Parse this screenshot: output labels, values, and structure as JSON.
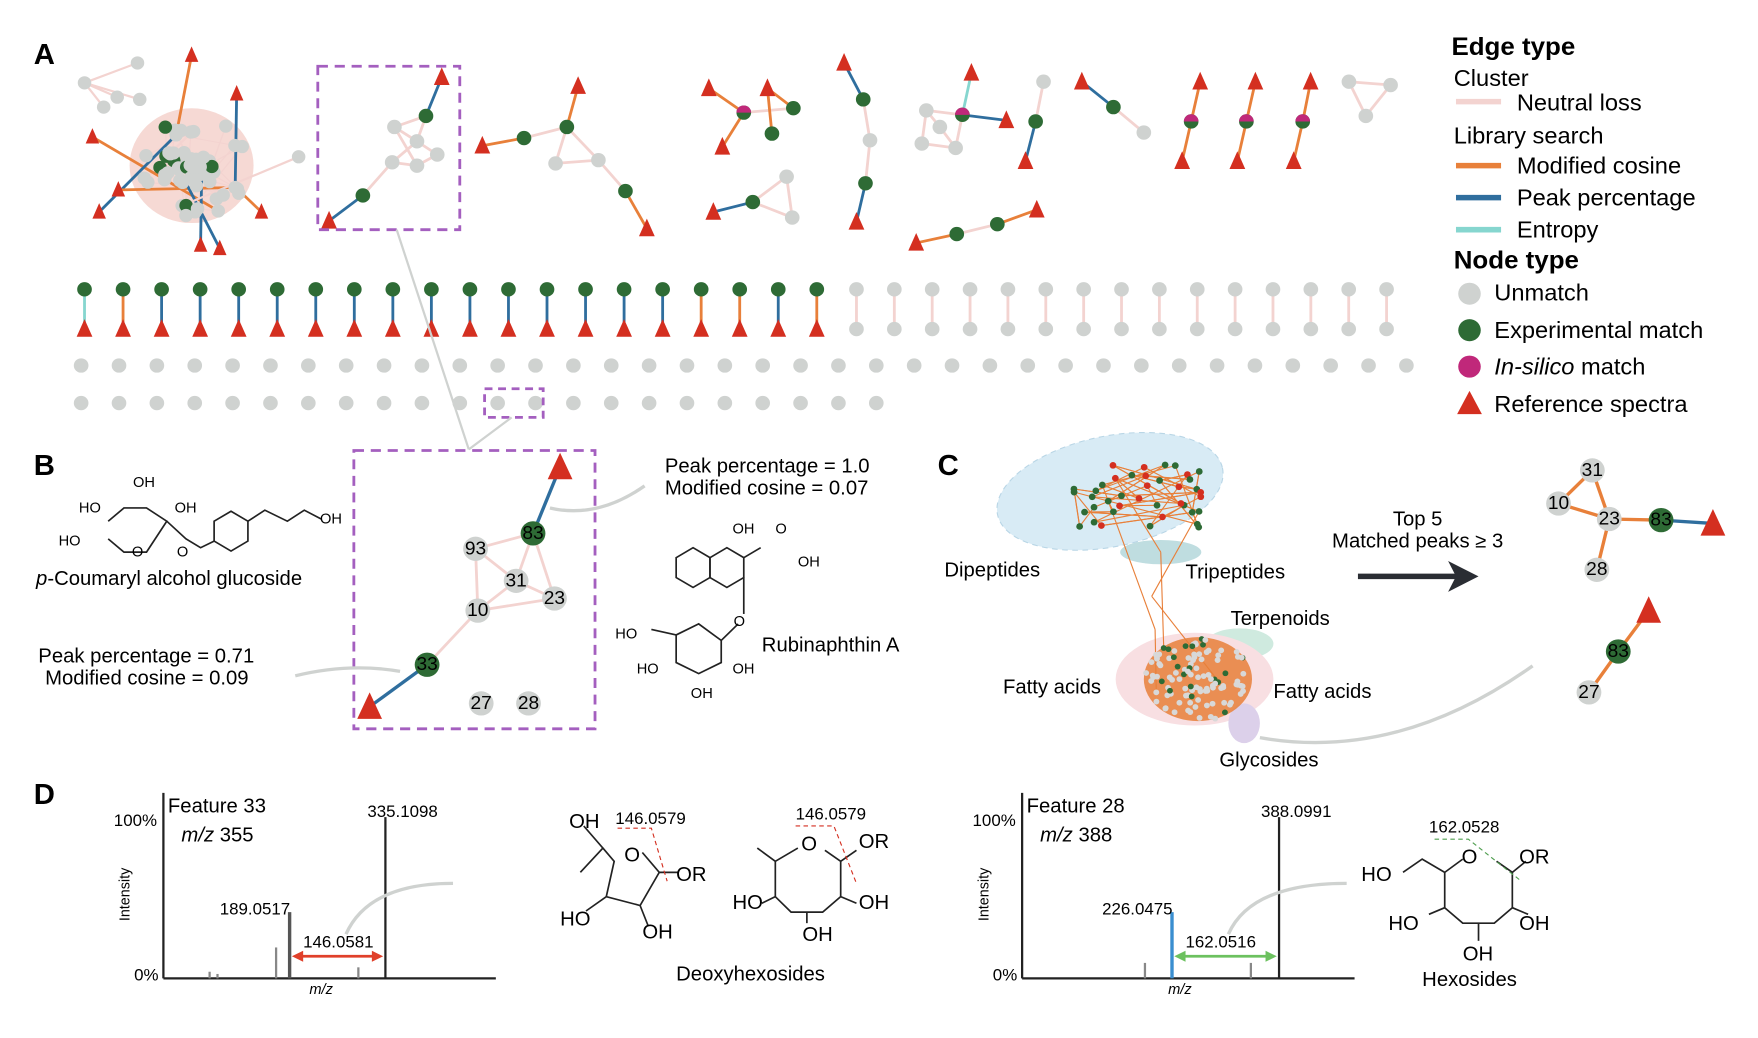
{
  "panels": {
    "a": "A",
    "b": "B",
    "c": "C",
    "d": "D"
  },
  "legend": {
    "edge_title": "Edge type",
    "cluster": "Cluster",
    "neutral_loss": "Neutral loss",
    "library_search": "Library search",
    "modified_cosine": "Modified cosine",
    "peak_percentage": "Peak percentage",
    "entropy": "Entropy",
    "node_title": "Node type",
    "unmatch": "Unmatch",
    "experimental": "Experimental match",
    "insilico_italic": "In-silico",
    "insilico_rest": " match",
    "reference": "Reference spectra"
  },
  "colors": {
    "neutral": "#f3d3d0",
    "modified": "#e8803a",
    "peak": "#2f6e9e",
    "entropy": "#86d6cf",
    "unmatch": "#cfd2d0",
    "experimental": "#2e6b35",
    "insilico": "#c0287a",
    "reference": "#d42f20",
    "box": "#a45fbf"
  },
  "panel_b": {
    "compound1_italic": "p",
    "compound1_rest": "-Coumaryl alcohol glucoside",
    "compound2": "Rubinaphthin A",
    "annot_top": [
      "Peak percentage = 1.0",
      "Modified cosine = 0.07"
    ],
    "annot_bottom": [
      "Peak percentage = 0.71",
      "Modified cosine = 0.09"
    ],
    "nodes": [
      "83",
      "93",
      "31",
      "10",
      "23",
      "33",
      "27",
      "28"
    ],
    "groups": {
      "oh": "OH",
      "ho": "HO",
      "o": "O"
    }
  },
  "panel_c": {
    "classes": [
      "Dipeptides",
      "Tripeptides",
      "Terpenoids",
      "Fatty acids",
      "Fatty acids",
      "Glycosides"
    ],
    "filter": [
      "Top 5",
      "Matched peaks ≥ 3"
    ],
    "nodes": [
      "31",
      "10",
      "23",
      "83",
      "28",
      "83",
      "27"
    ]
  },
  "panel_d": {
    "left": {
      "title": "Feature 33",
      "mz_label": "m/z",
      "mz_value": " 355",
      "y_top": "100%",
      "y_bottom": "0%",
      "ylabel": "Intensity",
      "xlabel": "m/z",
      "peak_main": "335.1098",
      "peak_frag": "189.0517",
      "delta": "146.0581"
    },
    "deoxy": {
      "label": "Deoxyhexosides",
      "mass1": "146.0579",
      "mass2": "146.0579"
    },
    "right": {
      "title": "Feature 28",
      "mz_label": "m/z",
      "mz_value": " 388",
      "y_top": "100%",
      "y_bottom": "0%",
      "ylabel": "Intensity",
      "xlabel": "m/z",
      "peak_main": "388.0991",
      "peak_frag": "226.0475",
      "delta": "162.0516"
    },
    "hexo": {
      "label": "Hexosides",
      "mass": "162.0528"
    },
    "groups": {
      "oh": "OH",
      "ho": "HO",
      "or": "OR",
      "o": "O"
    }
  }
}
